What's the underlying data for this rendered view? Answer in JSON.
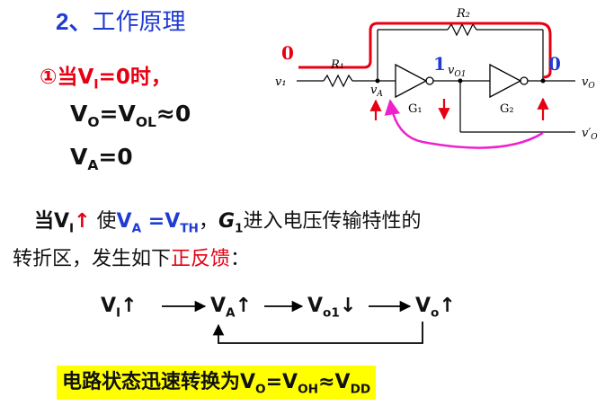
{
  "title": {
    "number": "2、",
    "text": "工作原理"
  },
  "condition": {
    "prefix": "①当V",
    "sub": "I",
    "suffix": "=0时，"
  },
  "eq1": {
    "lhs": "V",
    "lhs_sub": "O",
    "mid": "=V",
    "mid_sub": "OL",
    "rhs": "≈0"
  },
  "eq2": {
    "lhs": "V",
    "lhs_sub": "A",
    "rhs": "=0"
  },
  "paragraph": {
    "p1_a": "当V",
    "p1_a_sub": "I",
    "p1_arrow": "↑",
    "p1_b": " 使",
    "p1_c": "V",
    "p1_c_sub": "A",
    "p1_d": " =V",
    "p1_d_sub": "TH",
    "p1_e": "，",
    "p1_g": "G",
    "p1_g_sub": "1",
    "p1_f": "进入电压传输特性的",
    "p2_a": "转折区，发生如下",
    "p2_red": "正反馈",
    "p2_b": "："
  },
  "chain": {
    "t1": "V",
    "t1_sub": "I",
    "t2": "V",
    "t2_sub": "A",
    "t3": "V",
    "t3_sub": "o1",
    "t4": "V",
    "t4_sub": "o",
    "up": "↑",
    "down": "↓"
  },
  "result": {
    "text": "电路状态迅速转换为V",
    "s1": "O",
    "t2": "=V",
    "s2": "OH",
    "t3": "≈V",
    "s3": "DD"
  },
  "circuit": {
    "labels": {
      "r1": "R₁",
      "r2": "R₂",
      "v1": "v₁",
      "va": "v",
      "va_sub": "A",
      "vo1": "v",
      "vo1_sub": "O1",
      "vo": "v",
      "vo_sub": "O",
      "vo_prime": "v′",
      "vo_prime_sub": "O",
      "g1": "G₁",
      "g2": "G₂"
    },
    "annotations": {
      "left_zero": "0",
      "mid_one": "1",
      "right_zero": "0"
    },
    "colors": {
      "red": "#e60012",
      "magenta": "#ee22cc",
      "blue": "#1f3bd4"
    }
  }
}
